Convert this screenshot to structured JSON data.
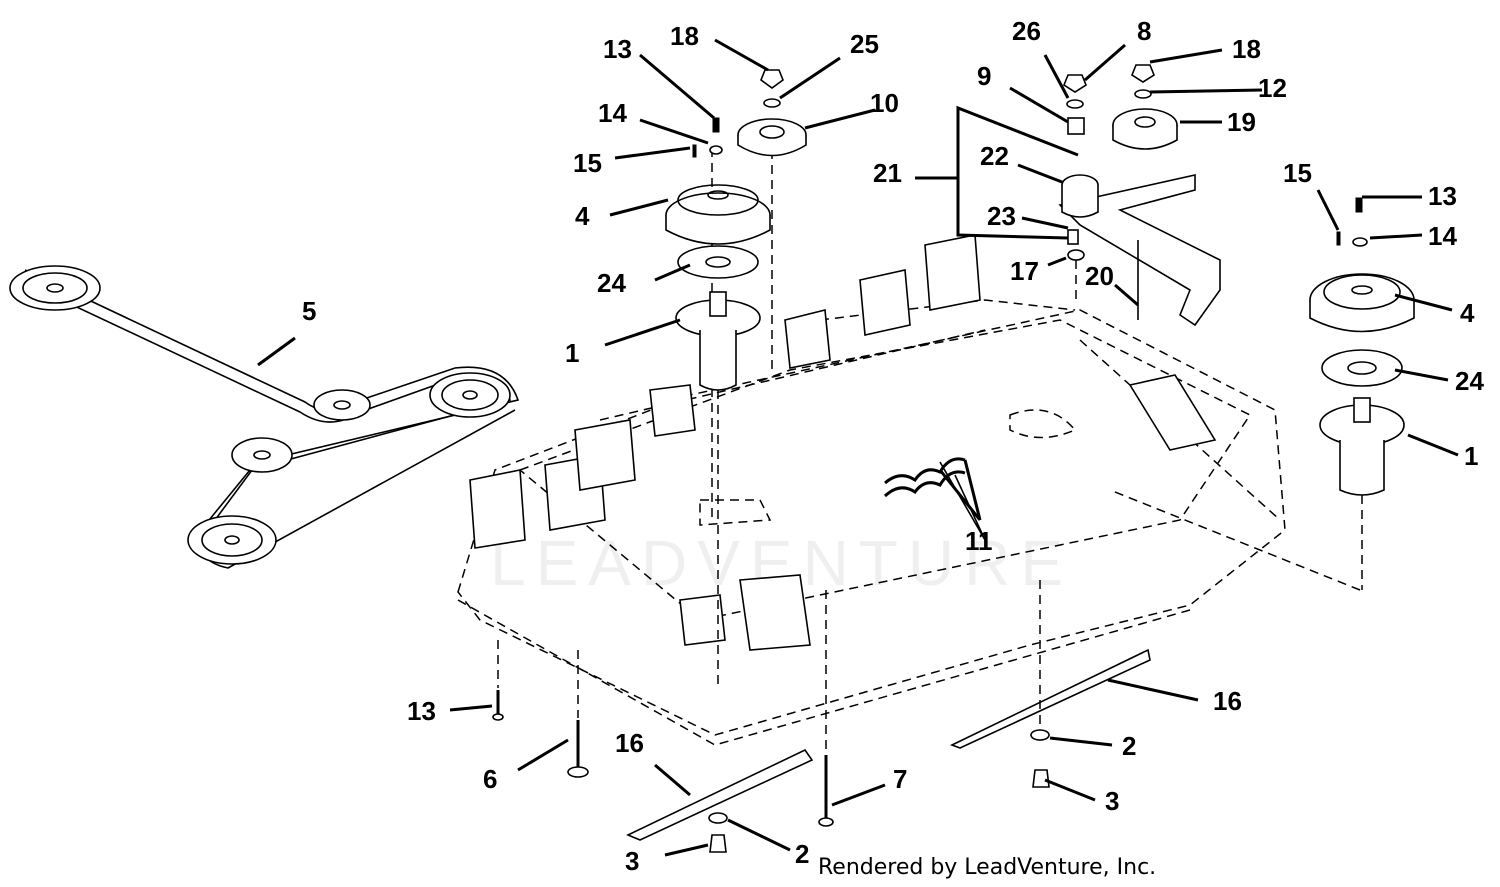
{
  "credit": "Rendered by LeadVenture, Inc.",
  "watermark": "LEADVENTURE",
  "callouts": [
    {
      "id": "1",
      "text": "1"
    },
    {
      "id": "1",
      "text": "1"
    },
    {
      "id": "2",
      "text": "2"
    },
    {
      "id": "2",
      "text": "2"
    },
    {
      "id": "3",
      "text": "3"
    },
    {
      "id": "3",
      "text": "3"
    },
    {
      "id": "4",
      "text": "4"
    },
    {
      "id": "4",
      "text": "4"
    },
    {
      "id": "5",
      "text": "5"
    },
    {
      "id": "6",
      "text": "6"
    },
    {
      "id": "7",
      "text": "7"
    },
    {
      "id": "8",
      "text": "8"
    },
    {
      "id": "9",
      "text": "9"
    },
    {
      "id": "10",
      "text": "10"
    },
    {
      "id": "11",
      "text": "11"
    },
    {
      "id": "12",
      "text": "12"
    },
    {
      "id": "13",
      "text": "13"
    },
    {
      "id": "13",
      "text": "13"
    },
    {
      "id": "13",
      "text": "13"
    },
    {
      "id": "14",
      "text": "14"
    },
    {
      "id": "14",
      "text": "14"
    },
    {
      "id": "15",
      "text": "15"
    },
    {
      "id": "15",
      "text": "15"
    },
    {
      "id": "16",
      "text": "16"
    },
    {
      "id": "16",
      "text": "16"
    },
    {
      "id": "17",
      "text": "17"
    },
    {
      "id": "18",
      "text": "18"
    },
    {
      "id": "18",
      "text": "18"
    },
    {
      "id": "19",
      "text": "19"
    },
    {
      "id": "20",
      "text": "20"
    },
    {
      "id": "21",
      "text": "21"
    },
    {
      "id": "22",
      "text": "22"
    },
    {
      "id": "23",
      "text": "23"
    },
    {
      "id": "24",
      "text": "24"
    },
    {
      "id": "24",
      "text": "24"
    },
    {
      "id": "25",
      "text": "25"
    },
    {
      "id": "26",
      "text": "26"
    }
  ]
}
